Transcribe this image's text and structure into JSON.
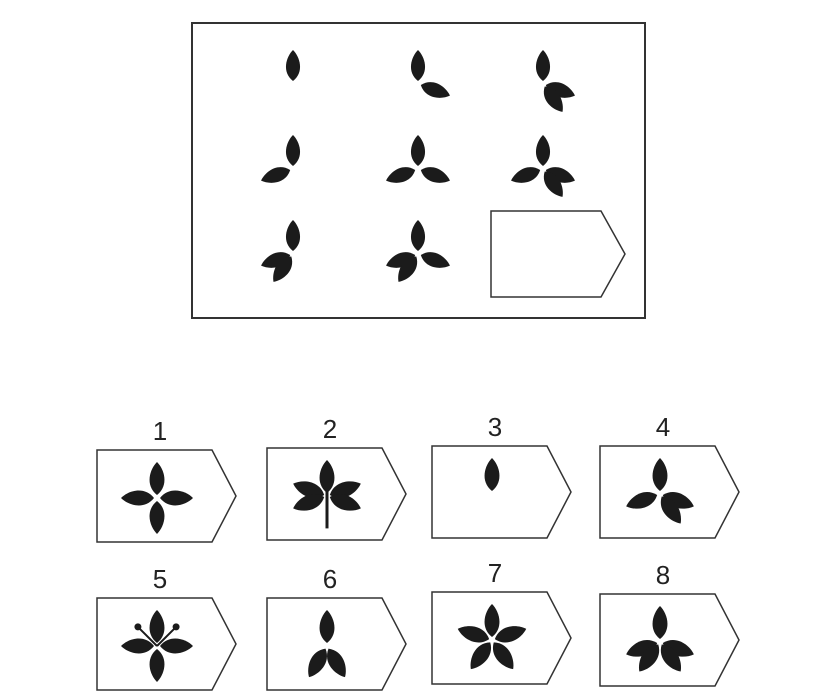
{
  "puzzle": {
    "rows": [
      [
        {
          "leaves": [
            0
          ]
        },
        {
          "leaves": [
            0,
            110
          ]
        },
        {
          "leaves": [
            0,
            110,
            145
          ]
        }
      ],
      [
        {
          "leaves": [
            0,
            -110
          ]
        },
        {
          "leaves": [
            0,
            -110,
            110
          ]
        },
        {
          "leaves": [
            0,
            -110,
            110,
            145
          ]
        }
      ],
      [
        {
          "leaves": [
            0,
            -110,
            -145
          ]
        },
        {
          "leaves": [
            0,
            -110,
            110,
            -145
          ]
        },
        {
          "leaves": null
        }
      ]
    ]
  },
  "options": [
    {
      "number": "1",
      "leaves": [
        0,
        90,
        180,
        270
      ]
    },
    {
      "number": "2",
      "leaves": [
        0,
        -70,
        70,
        -110,
        110
      ],
      "stem": true
    },
    {
      "number": "3",
      "leaves": [
        0
      ]
    },
    {
      "number": "4",
      "leaves": [
        0,
        -110,
        110,
        145
      ]
    },
    {
      "number": "5",
      "leaves": [
        0,
        90,
        180,
        270
      ],
      "stamens": true
    },
    {
      "number": "6",
      "leaves": [
        0,
        -150,
        150
      ]
    },
    {
      "number": "7",
      "leaves": [
        0,
        72,
        144,
        216,
        288
      ]
    },
    {
      "number": "8",
      "leaves": [
        0,
        -110,
        110,
        -145,
        145
      ]
    }
  ]
}
